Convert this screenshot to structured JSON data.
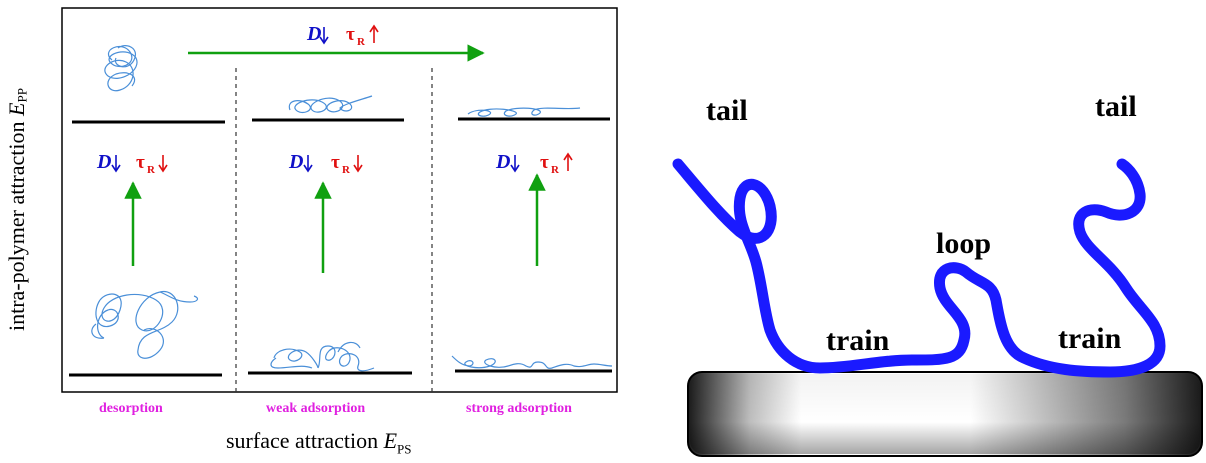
{
  "left_panel": {
    "y_axis": {
      "text": "intra-polymer attraction",
      "symbol": "E",
      "subscript": "PP"
    },
    "x_axis": {
      "text": "surface attraction",
      "symbol": "E",
      "subscript": "PS"
    },
    "regimes": [
      "desorption",
      "weak adsorption",
      "strong adsorption"
    ],
    "symbols": {
      "D": "D",
      "tau": "τ",
      "tau_sub": "R"
    },
    "arrow_labels": [
      {
        "position": "top",
        "D": "down",
        "tau": "up"
      },
      {
        "position": "desorption",
        "D": "down",
        "tau": "down"
      },
      {
        "position": "weak adsorption",
        "D": "down",
        "tau": "down"
      },
      {
        "position": "strong adsorption",
        "D": "down",
        "tau": "up"
      }
    ],
    "colors": {
      "D": "#1010c8",
      "tau": "#e01010",
      "arrow": "#10a010",
      "label": "#e020e0",
      "polymer": "#4a8fd8"
    }
  },
  "right_panel": {
    "labels": {
      "tail_left": "tail",
      "tail_right": "tail",
      "loop": "loop",
      "train_left": "train",
      "train_right": "train"
    },
    "colors": {
      "chain": "#1a1aff"
    }
  }
}
